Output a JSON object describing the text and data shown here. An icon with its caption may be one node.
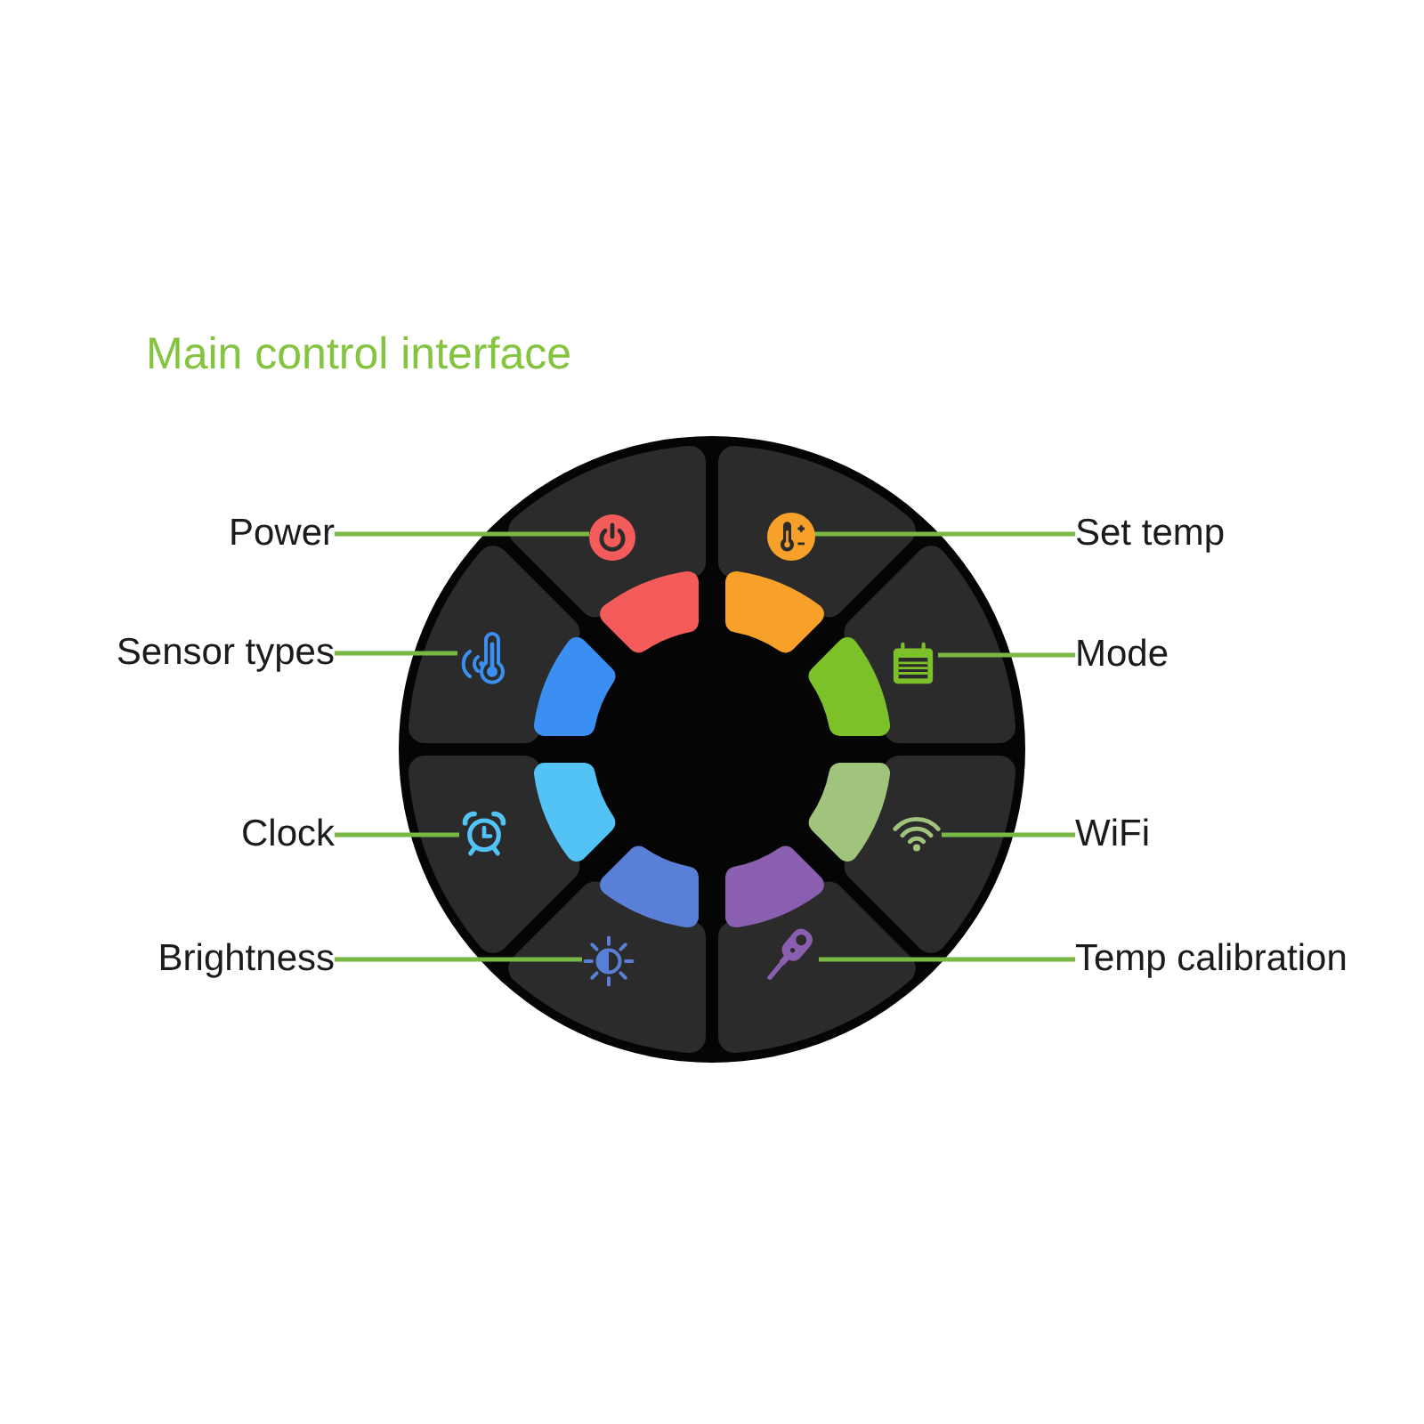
{
  "diagram": {
    "title": "Main control interface",
    "nodes": [
      {
        "text": [
          "Power"
        ]
      },
      {
        "text": [],
        "shape": "picture"
      },
      {
        "text": [],
        "shape": "picture"
      },
      {
        "text": [
          "Set temp"
        ]
      },
      {
        "text": [
          "Sensor types"
        ]
      },
      {
        "text": [],
        "shape": "picture"
      },
      {
        "text": [],
        "shape": "picture"
      },
      {
        "text": [
          "Mode"
        ]
      },
      {
        "text": [
          "Clock"
        ]
      },
      {
        "text": [],
        "shape": "picture"
      },
      {
        "text": [],
        "shape": "picture"
      },
      {
        "text": [
          "WiFi"
        ]
      },
      {
        "text": [
          "Brightness"
        ]
      },
      {
        "text": [],
        "shape": "picture"
      },
      {
        "text": [],
        "shape": "picture"
      },
      {
        "text": [
          "Temp calibration"
        ]
      }
    ],
    "edges": [
      {
        "from": 0,
        "to": 1,
        "arrow": "none"
      },
      {
        "from": 3,
        "to": 2,
        "arrow": "none"
      },
      {
        "from": 4,
        "to": 5,
        "arrow": "none"
      },
      {
        "from": 7,
        "to": 6,
        "arrow": "none"
      },
      {
        "from": 8,
        "to": 9,
        "arrow": "none"
      },
      {
        "from": 11,
        "to": 10,
        "arrow": "none"
      },
      {
        "from": 12,
        "to": 13,
        "arrow": "none"
      },
      {
        "from": 15,
        "to": 14,
        "arrow": "none"
      }
    ]
  }
}
